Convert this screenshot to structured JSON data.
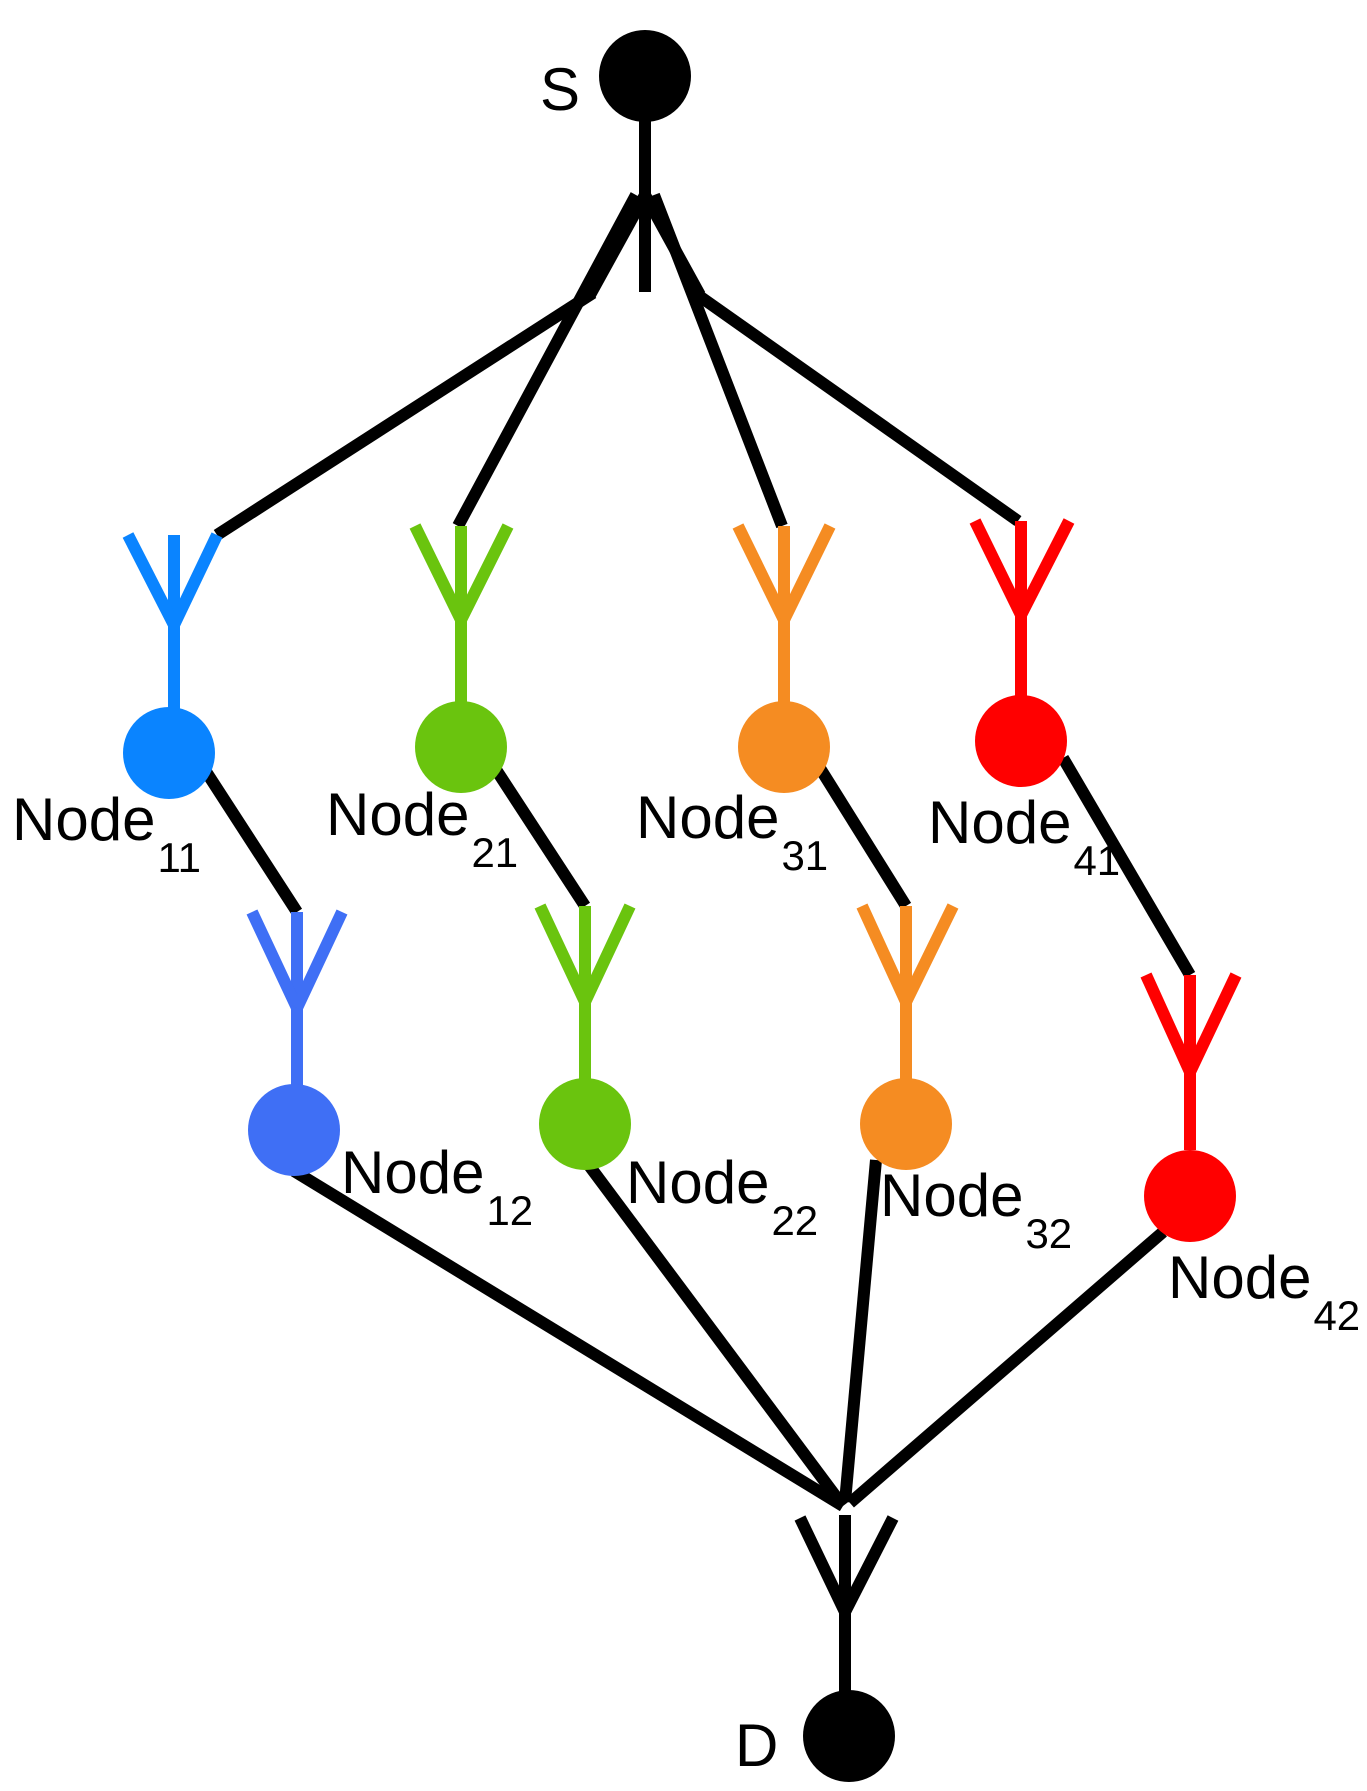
{
  "nodes": {
    "source": {
      "label": "S",
      "color": "#000000"
    },
    "destination": {
      "label": "D",
      "color": "#000000"
    },
    "relays": [
      {
        "id": "n11",
        "label": "Node",
        "sub": "11",
        "color": "#0a84ff"
      },
      {
        "id": "n12",
        "label": "Node",
        "sub": "12",
        "color": "#3f6ff5"
      },
      {
        "id": "n21",
        "label": "Node",
        "sub": "21",
        "color": "#6ac40e"
      },
      {
        "id": "n22",
        "label": "Node",
        "sub": "22",
        "color": "#6ac40e"
      },
      {
        "id": "n31",
        "label": "Node",
        "sub": "31",
        "color": "#f58c22"
      },
      {
        "id": "n32",
        "label": "Node",
        "sub": "32",
        "color": "#f58c22"
      },
      {
        "id": "n41",
        "label": "Node",
        "sub": "41",
        "color": "#ff0000"
      },
      {
        "id": "n42",
        "label": "Node",
        "sub": "42",
        "color": "#ff0000"
      }
    ]
  },
  "edge_color": "#000000"
}
